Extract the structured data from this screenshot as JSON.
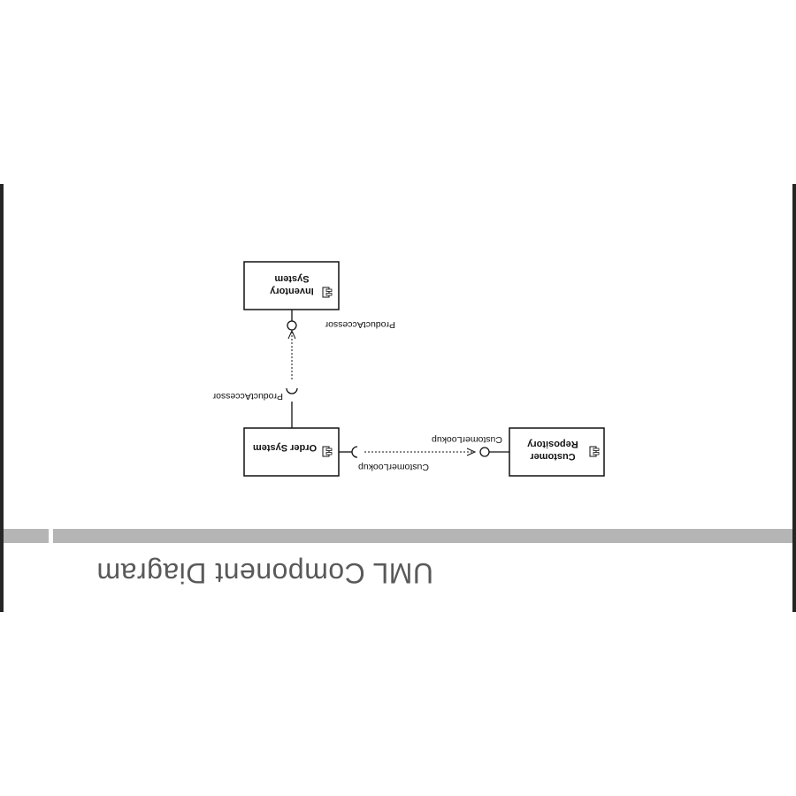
{
  "slide": {
    "title": "UML Component Diagram"
  },
  "components": {
    "inventory": {
      "line1": "Inventory",
      "line2": "System"
    },
    "order": {
      "line1": "Order System"
    },
    "customer": {
      "line1": "Customer",
      "line2": "Repository"
    }
  },
  "interfaces": {
    "product_required": "ProductAccessor",
    "product_provided": "ProductAccessor",
    "customer_required": "CustomerLookup",
    "customer_provided": "CustomerLookup"
  },
  "colors": {
    "title": "#595959",
    "rule": "#b5b5b5",
    "edge": "#262626",
    "line": "#111111"
  }
}
